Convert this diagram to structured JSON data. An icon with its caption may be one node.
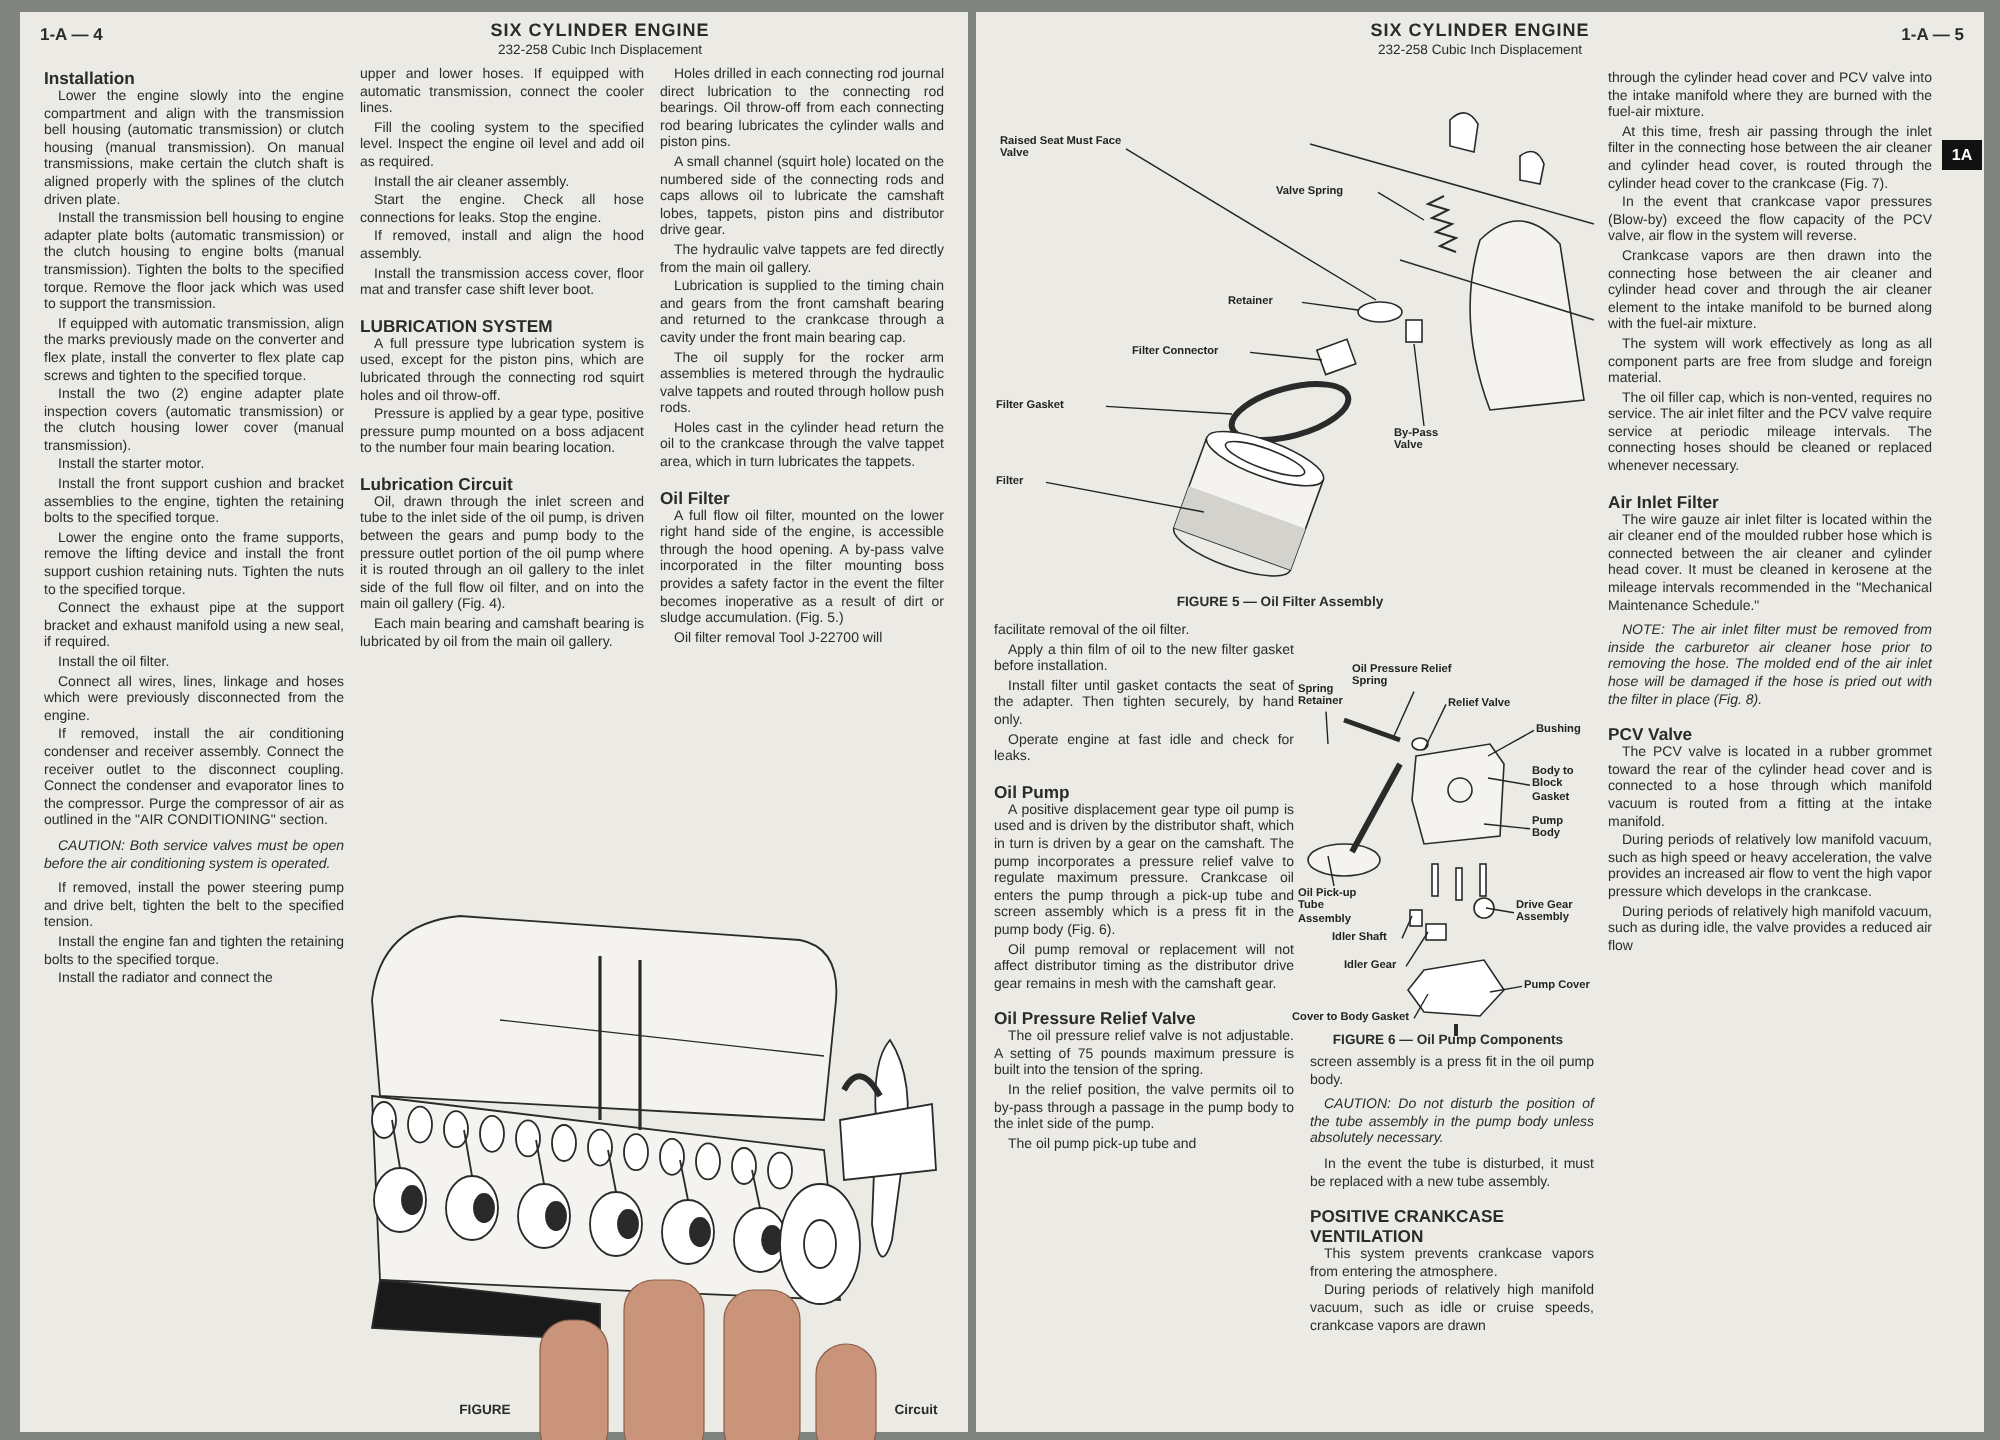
{
  "diagram": {
    "nodes": [
      {
        "text": [
          "Raised Seat Must Face Valve"
        ]
      },
      {
        "text": [
          "Valve Spring"
        ]
      },
      {
        "text": [
          "Retainer"
        ]
      },
      {
        "text": [
          "Filter Connector"
        ]
      },
      {
        "text": [
          "Filter Gasket"
        ]
      },
      {
        "text": [
          "Filter"
        ]
      },
      {
        "text": [
          "By-Pass Valve"
        ]
      },
      {
        "text": [
          "Spring Retainer"
        ]
      },
      {
        "text": [
          "Oil Pressure Relief Spring"
        ]
      },
      {
        "text": [
          "Relief Valve"
        ]
      },
      {
        "text": [
          "Bushing"
        ]
      },
      {
        "text": [
          "Body to Block Gasket"
        ]
      },
      {
        "text": [
          "Pump Body"
        ]
      },
      {
        "text": [
          "Oil Pick-up Tube Assembly"
        ]
      },
      {
        "text": [
          "Idler Shaft"
        ]
      },
      {
        "text": [
          "Idler Gear"
        ]
      },
      {
        "text": [
          "Drive Gear Assembly"
        ]
      },
      {
        "text": [
          "Cover to Body Gasket"
        ]
      },
      {
        "text": [
          "Pump Cover"
        ]
      }
    ],
    "edges": [
      {
        "from": 0,
        "to": null,
        "arrow": "none"
      },
      {
        "from": 1,
        "to": null,
        "arrow": "none"
      },
      {
        "from": 2,
        "to": null,
        "arrow": "none"
      },
      {
        "from": 3,
        "to": null,
        "arrow": "none"
      },
      {
        "from": 4,
        "to": null,
        "arrow": "none"
      },
      {
        "from": 5,
        "to": null,
        "arrow": "none"
      },
      {
        "from": 6,
        "to": null,
        "arrow": "none"
      },
      {
        "from": 7,
        "to": null,
        "arrow": "none"
      },
      {
        "from": 8,
        "to": null,
        "arrow": "none"
      },
      {
        "from": 9,
        "to": null,
        "arrow": "none"
      },
      {
        "from": 10,
        "to": null,
        "arrow": "none"
      },
      {
        "from": 11,
        "to": null,
        "arrow": "none"
      },
      {
        "from": 12,
        "to": null,
        "arrow": "none"
      },
      {
        "from": 13,
        "to": null,
        "arrow": "none"
      },
      {
        "from": 14,
        "to": null,
        "arrow": "none"
      },
      {
        "from": 15,
        "to": null,
        "arrow": "none"
      },
      {
        "from": 16,
        "to": null,
        "arrow": "none"
      },
      {
        "from": 17,
        "to": null,
        "arrow": "none"
      },
      {
        "from": 18,
        "to": null,
        "arrow": "none"
      }
    ],
    "labels": [
      "1-A — 4",
      "SIX CYLINDER ENGINE",
      "232-258 Cubic Inch Displacement",
      "Installation",
      "Lower the engine slowly into the engine compartment and align with the transmission bell housing (automatic transmission) or clutch housing (manual transmission). On manual transmissions, make certain the clutch shaft is aligned properly with the splines of the clutch driven plate.",
      "Install the transmission bell housing to engine adapter plate bolts (automatic transmission) or the clutch housing to engine bolts (manual transmission). Tighten the bolts to the specified torque. Remove the floor jack which was used to support the transmission.",
      "If equipped with automatic transmission, align the marks previously made on the converter and flex plate, install the converter to flex plate cap screws and tighten to the specified torque.",
      "Install the two (2) engine adapter plate inspection covers (automatic transmission) or the clutch housing lower cover (manual transmission).",
      "Install the starter motor.",
      "Install the front support cushion and bracket assemblies to the engine, tighten the retaining bolts to the specified torque.",
      "Lower the engine onto the frame supports, remove the lifting device and install the front support cushion retaining nuts. Tighten the nuts to the specified torque.",
      "Connect the exhaust pipe at the support bracket and exhaust manifold using a new seal, if required.",
      "Install the oil filter.",
      "Connect all wires, lines, linkage and hoses which were previously disconnected from the engine.",
      "If removed, install the air conditioning condenser and receiver assembly. Connect the receiver outlet to the disconnect coupling. Connect the condenser and evaporator lines to the compressor. Purge the compressor of air as outlined in the \"AIR CONDITIONING\" section.",
      "CAUTION: Both service valves must be open before the air conditioning system is operated.",
      "If removed, install the power steering pump and drive belt, tighten the belt to the specified tension.",
      "Install the engine fan and tighten the retaining bolts to the specified torque.",
      "Install the radiator and connect the",
      "upper and lower hoses. If equipped with automatic transmission, connect the cooler lines.",
      "Fill the cooling system to the specified level. Inspect the engine oil level and add oil as required.",
      "Install the air cleaner assembly.",
      "Start the engine. Check all hose connections for leaks. Stop the engine.",
      "If removed, install and align the hood assembly.",
      "Install the transmission access cover, floor mat and transfer case shift lever boot.",
      "LUBRICATION SYSTEM",
      "A full pressure type lubrication system is used, except for the piston pins, which are lubricated through the connecting rod squirt holes and oil throw-off.",
      "Pressure is applied by a gear type, positive pressure pump mounted on a boss adjacent to the number four main bearing location.",
      "Lubrication Circuit",
      "Oil, drawn through the inlet screen and tube to the inlet side of the oil pump, is driven between the gears and pump body to the pressure outlet portion of the oil pump where it is routed through an oil gallery to the inlet side of the full flow oil filter, and on into the main oil gallery (Fig. 4).",
      "Each main bearing and camshaft bearing is lubricated by oil from the main oil gallery.",
      "Holes drilled in each connecting rod journal direct lubrication to the connecting rod bearings. Oil throw-off from each connecting rod bearing lubricates the cylinder walls and piston pins.",
      "A small channel (squirt hole) located on the numbered side of the connecting rods and caps allows oil to lubricate the camshaft lobes, tappets, piston pins and distributor drive gear.",
      "The hydraulic valve tappets are fed directly from the main oil gallery.",
      "Lubrication is supplied to the timing chain and gears from the front camshaft bearing and returned to the crankcase through a cavity under the front main bearing cap.",
      "The oil supply for the rocker arm assemblies is metered through the hydraulic valve tappets and routed through hollow push rods.",
      "Holes cast in the cylinder head return the oil to the crankcase through the valve tappet area, which in turn lubricates the tappets.",
      "Oil Filter",
      "A full flow oil filter, mounted on the lower right hand side of the engine, is accessible through the hood opening. A by-pass valve incorporated in the filter mounting boss provides a safety factor in the event the filter becomes inoperative as a result of dirt or sludge accumulation. (Fig. 5.)",
      "Oil filter removal Tool J-22700 will",
      "FIGURE",
      "Circuit",
      "SIX CYLINDER ENGINE",
      "232-258 Cubic Inch Displacement",
      "1-A — 5",
      "1A",
      "FIGURE 5 — Oil Filter Assembly",
      "facilitate removal of the oil filter.",
      "Apply a thin film of oil to the new filter gasket before installation.",
      "Install filter until gasket contacts the seat of the adapter. Then tighten securely, by hand only.",
      "Operate engine at fast idle and check for leaks.",
      "Oil Pump",
      "A positive displacement gear type oil pump is used and is driven by the distributor shaft, which in turn is driven by a gear on the camshaft. The pump incorporates a pressure relief valve to regulate maximum pressure. Crankcase oil enters the pump through a pick-up tube and screen assembly which is a press fit in the pump body (Fig. 6).",
      "Oil pump removal or replacement will not affect distributor timing as the distributor drive gear remains in mesh with the camshaft gear.",
      "Oil Pressure Relief Valve",
      "The oil pressure relief valve is not adjustable. A setting of 75 pounds maximum pressure is built into the tension of the spring.",
      "In the relief position, the valve permits oil to by-pass through a passage in the pump body to the inlet side of the pump.",
      "The oil pump pick-up tube and",
      "FIGURE 6 — Oil Pump Components",
      "screen assembly is a press fit in the oil pump body.",
      "CAUTION: Do not disturb the position of the tube assembly in the pump body unless absolutely necessary.",
      "In the event the tube is disturbed, it must be replaced with a new tube assembly.",
      "POSITIVE CRANKCASE VENTILATION",
      "This system prevents crankcase vapors from entering the atmosphere.",
      "During periods of relatively high manifold vacuum, such as idle or cruise speeds, crankcase vapors are drawn",
      "through the cylinder head cover and PCV valve into the intake manifold where they are burned with the fuel-air mixture.",
      "At this time, fresh air passing through the inlet filter in the connecting hose between the air cleaner and cylinder head cover, is routed through the cylinder head cover to the crankcase (Fig. 7).",
      "In the event that crankcase vapor pressures (Blow-by) exceed the flow capacity of the PCV valve, air flow in the system will reverse.",
      "Crankcase vapors are then drawn into the connecting hose between the air cleaner and cylinder head cover and through the air cleaner element to the intake manifold to be burned along with the fuel-air mixture.",
      "The system will work effectively as long as all component parts are free from sludge and foreign material.",
      "The oil filler cap, which is non-vented, requires no service. The air inlet filter and the PCV valve require service at periodic mileage intervals. The connecting hoses should be cleaned or replaced whenever necessary.",
      "Air Inlet Filter",
      "The wire gauze air inlet filter is located within the air cleaner end of the moulded rubber hose which is connected between the air cleaner and cylinder head cover. It must be cleaned in kerosene at the mileage intervals recommended in the \"Mechanical Maintenance Schedule.\"",
      "NOTE: The air inlet filter must be removed from inside the carburetor air cleaner hose prior to removing the hose. The molded end of the air inlet hose will be damaged if the hose is pried out with the filter in place (Fig. 8).",
      "PCV Valve",
      "The PCV valve is located in a rubber grommet toward the rear of the cylinder head cover and is connected to a hose through which manifold vacuum is routed from a fitting at the intake manifold.",
      "During periods of relatively low manifold vacuum, such as high speed or heavy acceleration, the valve provides an increased air flow to vent the high vapor pressure which develops in the crankcase.",
      "During periods of relatively high manifold vacuum, such as during idle, the valve provides a reduced air flow"
    ]
  }
}
